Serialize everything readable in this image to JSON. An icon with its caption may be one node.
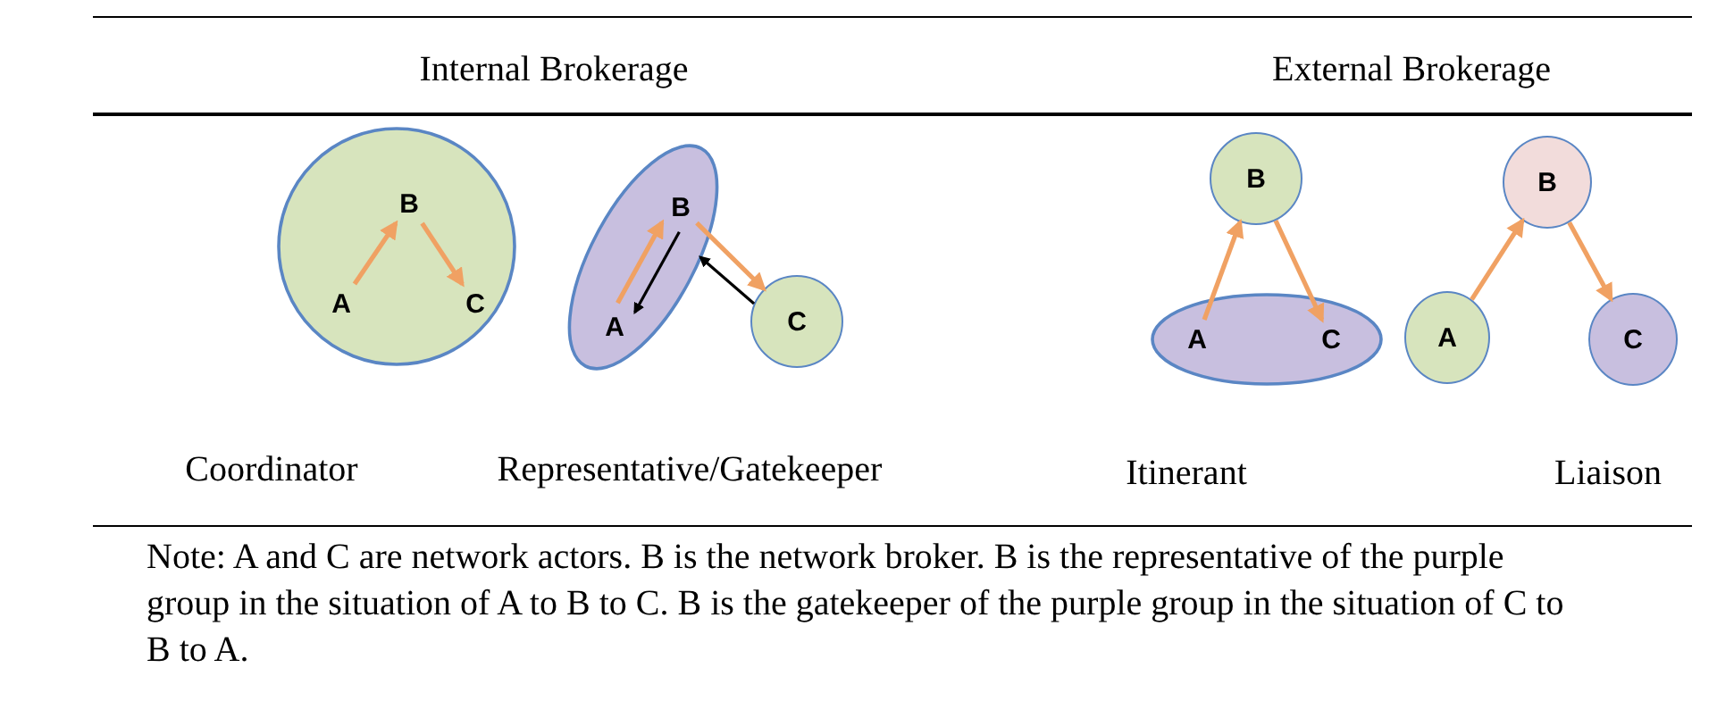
{
  "diagram": {
    "nodes": [
      {
        "text": [],
        "shape": "circle"
      },
      {
        "text": [
          "B"
        ],
        "in": 0
      },
      {
        "text": [
          "A"
        ],
        "in": 0
      },
      {
        "text": [
          "C"
        ],
        "in": 0
      },
      {
        "text": [],
        "shape": "ellipse"
      },
      {
        "text": [
          "B"
        ],
        "in": 4
      },
      {
        "text": [
          "A"
        ],
        "in": 4
      },
      {
        "text": [
          "C"
        ]
      },
      {
        "text": [
          "B"
        ]
      },
      {
        "text": [],
        "shape": "ellipse"
      },
      {
        "text": [
          "A"
        ],
        "in": 9
      },
      {
        "text": [
          "C"
        ],
        "in": 9
      },
      {
        "text": [
          "B"
        ]
      },
      {
        "text": [
          "A"
        ]
      },
      {
        "text": [
          "C"
        ]
      }
    ],
    "edges": [
      {
        "from": 2,
        "to": 1,
        "arrow": "to"
      },
      {
        "from": 1,
        "to": 3,
        "arrow": "to"
      },
      {
        "from": 6,
        "to": 5,
        "arrow": "to"
      },
      {
        "from": 5,
        "to": 7,
        "arrow": "to"
      },
      {
        "from": 5,
        "to": 6,
        "arrow": "to",
        "color": "#000000"
      },
      {
        "from": 7,
        "to": 4,
        "arrow": "to",
        "color": "#000000"
      },
      {
        "from": 10,
        "to": 8,
        "arrow": "to"
      },
      {
        "from": 8,
        "to": 11,
        "arrow": "to"
      },
      {
        "from": 13,
        "to": 12,
        "arrow": "to"
      },
      {
        "from": 12,
        "to": 14,
        "arrow": "to"
      }
    ],
    "labels": [
      "Internal Brokerage",
      "External Brokerage",
      "Coordinator",
      "Representative/Gatekeeper",
      "Itinerant",
      "Liaison",
      "Note: A and C are network actors. B is the network broker.  B is the representative of the purple group in the situation of A to B to C. B is the gatekeeper of the purple group in the situation of C to B to A."
    ]
  }
}
